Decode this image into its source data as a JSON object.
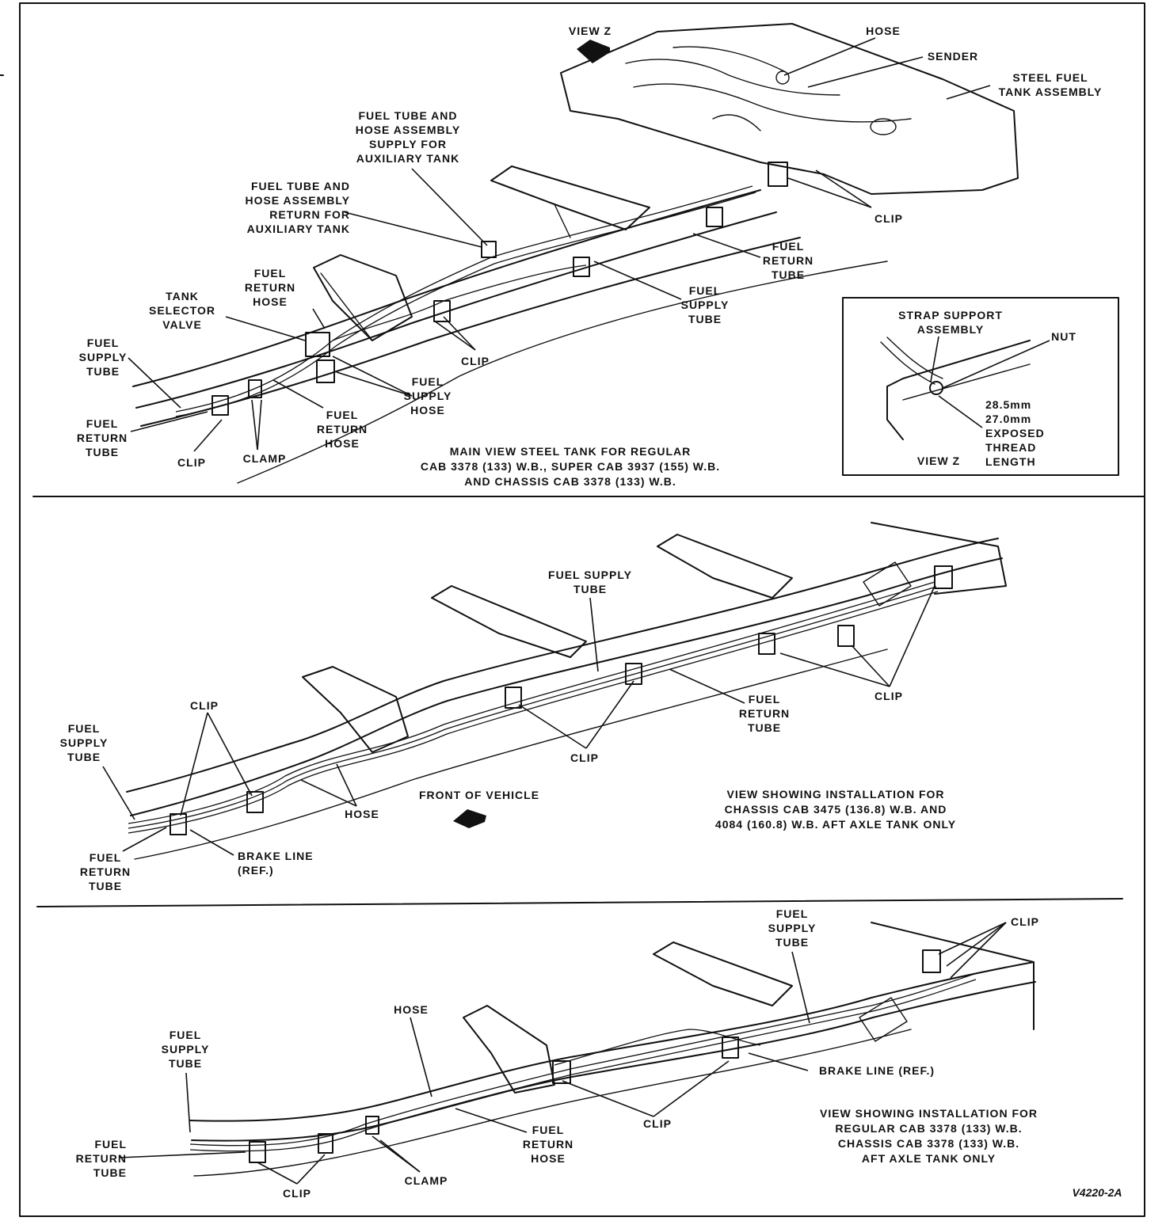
{
  "figure_code": "V4220-2A",
  "top": {
    "caption": "MAIN VIEW STEEL TANK FOR REGULAR\nCAB 3378 (133) W.B., SUPER CAB 3937 (155) W.B.\nAND CHASSIS CAB 3378 (133) W.B.",
    "labels": {
      "view_z": "VIEW Z",
      "hose": "HOSE",
      "sender": "SENDER",
      "steel_fuel_tank": "STEEL FUEL\nTANK ASSEMBLY",
      "supply_aux": "FUEL TUBE AND\nHOSE ASSEMBLY\nSUPPLY FOR\nAUXILIARY TANK",
      "return_aux": "FUEL TUBE AND\nHOSE ASSEMBLY\nRETURN FOR\nAUXILIARY TANK",
      "clip_right": "CLIP",
      "fuel_return_tube_right": "FUEL\nRETURN\nTUBE",
      "fuel_return_hose_top": "FUEL\nRETURN\nHOSE",
      "tank_selector_valve": "TANK\nSELECTOR\nVALVE",
      "fuel_supply_tube_mid": "FUEL\nSUPPLY\nTUBE",
      "clip_mid": "CLIP",
      "fuel_supply_tube_left": "FUEL\nSUPPLY\nTUBE",
      "fuel_supply_hose": "FUEL\nSUPPLY\nHOSE",
      "fuel_return_hose_low": "FUEL\nRETURN\nHOSE",
      "fuel_return_tube_left": "FUEL\nRETURN\nTUBE",
      "clip_left": "CLIP",
      "clamp": "CLAMP"
    },
    "inset": {
      "strap_support": "STRAP SUPPORT\nASSEMBLY",
      "nut": "NUT",
      "dims": "28.5mm\n27.0mm\nEXPOSED\nTHREAD\nLENGTH",
      "view_z": "VIEW Z"
    }
  },
  "middle": {
    "caption": "VIEW SHOWING INSTALLATION FOR\nCHASSIS CAB 3475 (136.8) W.B. AND\n4084 (160.8) W.B. AFT AXLE TANK ONLY",
    "labels": {
      "fuel_supply_tube_top": "FUEL SUPPLY\nTUBE",
      "clip_right": "CLIP",
      "fuel_return_tube": "FUEL\nRETURN\nTUBE",
      "clip_center": "CLIP",
      "clip_left": "CLIP",
      "fuel_supply_tube_left": "FUEL\nSUPPLY\nTUBE",
      "hose": "HOSE",
      "front_of_vehicle": "FRONT OF VEHICLE",
      "fuel_return_tube_left": "FUEL\nRETURN\nTUBE",
      "brake_line": "BRAKE LINE\n(REF.)"
    }
  },
  "bottom": {
    "caption": "VIEW SHOWING INSTALLATION FOR\nREGULAR CAB 3378 (133) W.B.\nCHASSIS CAB 3378 (133) W.B.\nAFT AXLE TANK ONLY",
    "labels": {
      "fuel_supply_tube_top": "FUEL\nSUPPLY\nTUBE",
      "clip_top_right": "CLIP",
      "hose": "HOSE",
      "fuel_supply_tube_left": "FUEL\nSUPPLY\nTUBE",
      "brake_line": "BRAKE LINE (REF.)",
      "clip_center": "CLIP",
      "fuel_return_hose": "FUEL\nRETURN\nHOSE",
      "fuel_return_tube": "FUEL\nRETURN\nTUBE",
      "clip_left": "CLIP",
      "clamp": "CLAMP"
    }
  }
}
